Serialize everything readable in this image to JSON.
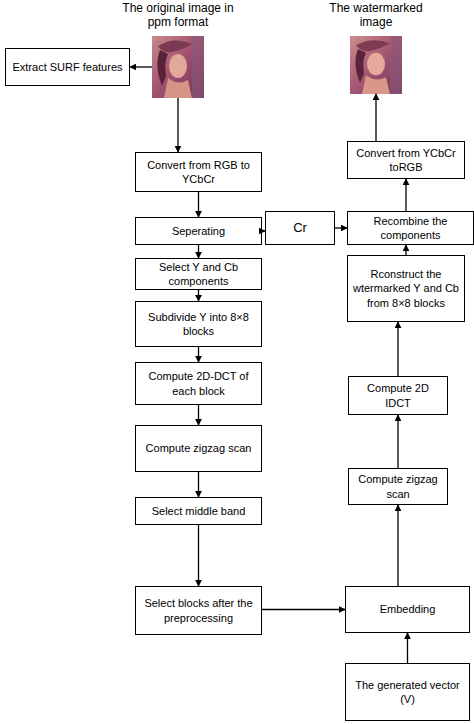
{
  "diagram": {
    "nodes": [
      {
        "text": [
          "The original image in ppm format"
        ]
      },
      {
        "text": [
          "The watermarked image"
        ]
      },
      {
        "text": [
          "Extract SURF features"
        ]
      },
      {
        "text": [
          "Convert from RGB to YCbCr"
        ]
      },
      {
        "text": [
          "Convert from YCbCr toRGB"
        ]
      },
      {
        "text": [
          "Seperating"
        ]
      },
      {
        "text": [
          "Cr"
        ]
      },
      {
        "text": [
          "Recombine the components"
        ]
      },
      {
        "text": [
          "Select Y and Cb components"
        ]
      },
      {
        "text": [
          "Rconstruct the wtermarked Y and Cb from 8×8 blocks"
        ]
      },
      {
        "text": [
          "Subdivide Y into 8×8 blocks"
        ]
      },
      {
        "text": [
          "Compute 2D-DCT of each block"
        ]
      },
      {
        "text": [
          "Compute 2D IDCT"
        ]
      },
      {
        "text": [
          "Compute zigzag scan"
        ]
      },
      {
        "text": [
          "Compute zigzag scan"
        ]
      },
      {
        "text": [
          "Select middle band"
        ]
      },
      {
        "text": [
          "Select blocks after the preprocessing"
        ]
      },
      {
        "text": [
          "Embedding"
        ]
      },
      {
        "text": [
          "The generated vector (V)"
        ]
      }
    ],
    "edges": [
      {
        "from": 0,
        "to": 2,
        "arrow": "to"
      },
      {
        "from": 0,
        "to": 3,
        "arrow": "to"
      },
      {
        "from": 3,
        "to": 5,
        "arrow": "to"
      },
      {
        "from": 5,
        "to": 8,
        "arrow": "to"
      },
      {
        "from": 5,
        "to": 6,
        "arrow": "to"
      },
      {
        "from": 6,
        "to": 7,
        "arrow": "to"
      },
      {
        "from": 8,
        "to": 10,
        "arrow": "to"
      },
      {
        "from": 10,
        "to": 11,
        "arrow": "to"
      },
      {
        "from": 11,
        "to": 13,
        "arrow": "to"
      },
      {
        "from": 13,
        "to": 15,
        "arrow": "to"
      },
      {
        "from": 15,
        "to": 16,
        "arrow": "to"
      },
      {
        "from": 16,
        "to": 17,
        "arrow": "to"
      },
      {
        "from": 18,
        "to": 17,
        "arrow": "to"
      },
      {
        "from": 17,
        "to": 14,
        "arrow": "to"
      },
      {
        "from": 14,
        "to": 12,
        "arrow": "to"
      },
      {
        "from": 12,
        "to": 9,
        "arrow": "to"
      },
      {
        "from": 9,
        "to": 7,
        "arrow": "to"
      },
      {
        "from": 7,
        "to": 4,
        "arrow": "to"
      },
      {
        "from": 4,
        "to": 1,
        "arrow": "to"
      }
    ]
  }
}
